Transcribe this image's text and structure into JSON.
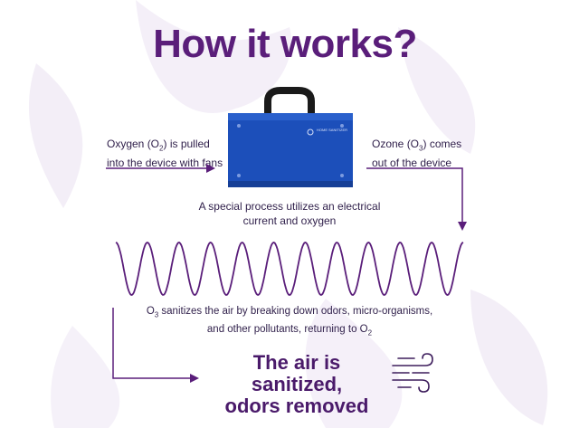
{
  "title": "How it works?",
  "device_brand": "HOME SANITIZER",
  "left_label": {
    "line1_pre": "Oxygen (O",
    "line1_sub": "2",
    "line1_post": ") is pulled",
    "line2": "into the device with fans"
  },
  "right_label": {
    "line1_pre": "Ozone (O",
    "line1_sub": "3",
    "line1_post": ") comes",
    "line2": "out of the device"
  },
  "process_label": {
    "line1": "A special process utilizes an electrical",
    "line2": "current and oxygen"
  },
  "sanitize_label": {
    "line1_pre": "O",
    "line1_sub": "3",
    "line1_post": " sanitizes the air by breaking down odors, micro-organisms,",
    "line2_pre": "and other pollutants, returning to O",
    "line2_sub": "2"
  },
  "result": {
    "line1": "The air is sanitized,",
    "line2": "odors removed"
  },
  "colors": {
    "title": "#5a1e7a",
    "arrow": "#5a1e7a",
    "device": "#1b4fb8",
    "background_shape": "#f1ecf5"
  },
  "icons": [
    "air-device-icon",
    "wind-icon"
  ]
}
